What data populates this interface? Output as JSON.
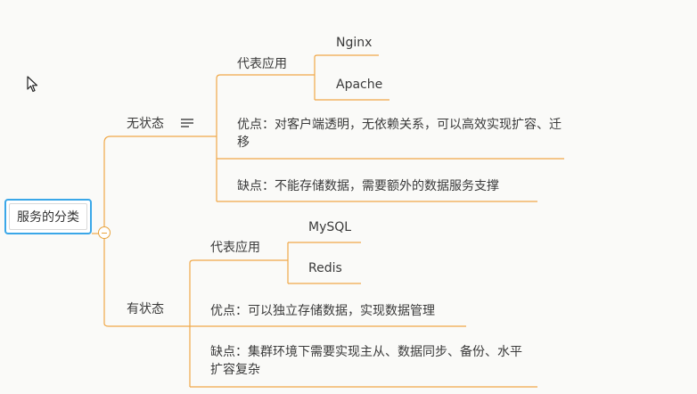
{
  "root": {
    "label": "服务的分类"
  },
  "stateless": {
    "label": "无状态",
    "rep_label": "代表应用",
    "apps": [
      "Nginx",
      "Apache"
    ],
    "pros": "优点：对客户端透明，无依赖关系，可以高效实现扩容、迁移",
    "cons": "缺点：不能存储数据，需要额外的数据服务支撑"
  },
  "stateful": {
    "label": "有状态",
    "rep_label": "代表应用",
    "apps": [
      "MySQL",
      "Redis"
    ],
    "pros": "优点：可以独立存储数据，实现数据管理",
    "cons": "缺点：集群环境下需要实现主从、数据同步、备份、水平扩容复杂"
  },
  "colors": {
    "branch": "#f0a848",
    "root_border": "#3aa7e8",
    "text": "#3a3a3a"
  }
}
